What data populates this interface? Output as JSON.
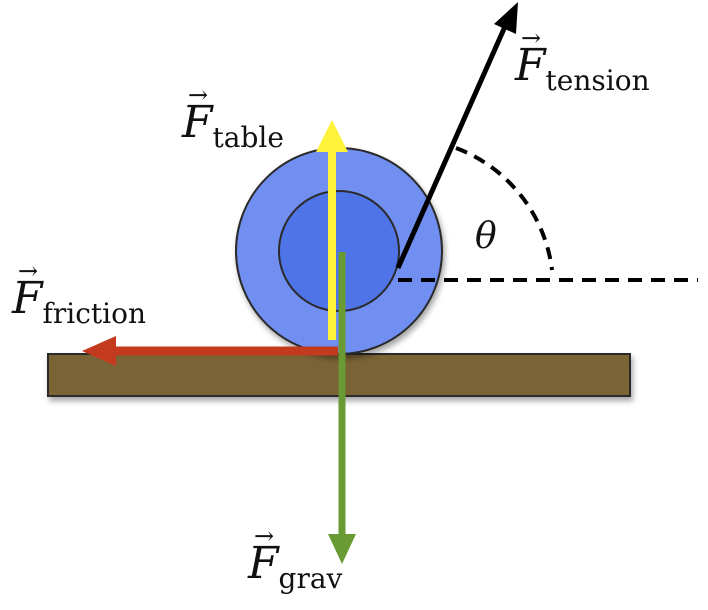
{
  "labels": {
    "tension": {
      "main": "F",
      "sub": "tension"
    },
    "table": {
      "main": "F",
      "sub": "table"
    },
    "friction": {
      "main": "F",
      "sub": "friction"
    },
    "grav": {
      "main": "F",
      "sub": "grav"
    },
    "angle": "θ"
  },
  "colors": {
    "table_surface": "#7a6334",
    "disk_outer": "#6f8ff0",
    "disk_inner": "#4f74e8",
    "tension_arrow": "#000000",
    "table_force_arrow": "#fff23a",
    "friction_arrow": "#c33a1f",
    "grav_arrow": "#6a9a33"
  }
}
